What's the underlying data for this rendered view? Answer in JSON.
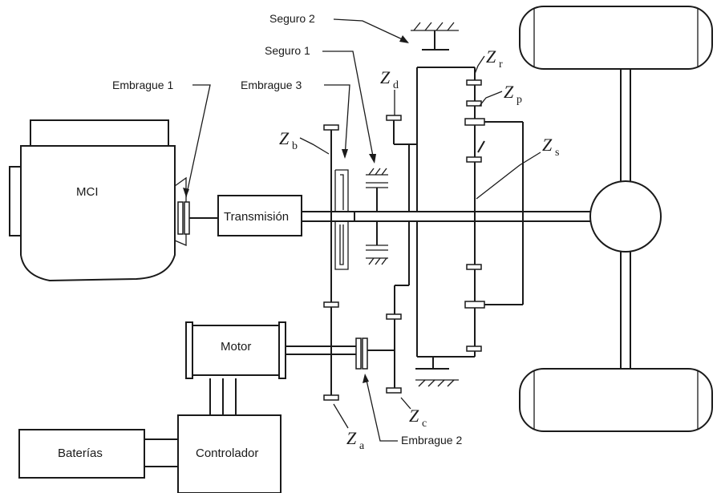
{
  "components": {
    "mci": "MCI",
    "transmission": "Transmisión",
    "motor": "Motor",
    "batteries": "Baterías",
    "controller": "Controlador"
  },
  "callouts": {
    "clutch1": "Embrague 1",
    "clutch2": "Embrague 2",
    "clutch3": "Embrague 3",
    "lock1": "Seguro 1",
    "lock2": "Seguro 2"
  },
  "gears": {
    "za": {
      "symbol": "Z",
      "subscript": "a"
    },
    "zb": {
      "symbol": "Z",
      "subscript": "b"
    },
    "zc": {
      "symbol": "Z",
      "subscript": "c"
    },
    "zd": {
      "symbol": "Z",
      "subscript": "d"
    },
    "zr": {
      "symbol": "Z",
      "subscript": "r"
    },
    "zp": {
      "symbol": "Z",
      "subscript": "p"
    },
    "zs": {
      "symbol": "Z",
      "subscript": "s"
    }
  }
}
